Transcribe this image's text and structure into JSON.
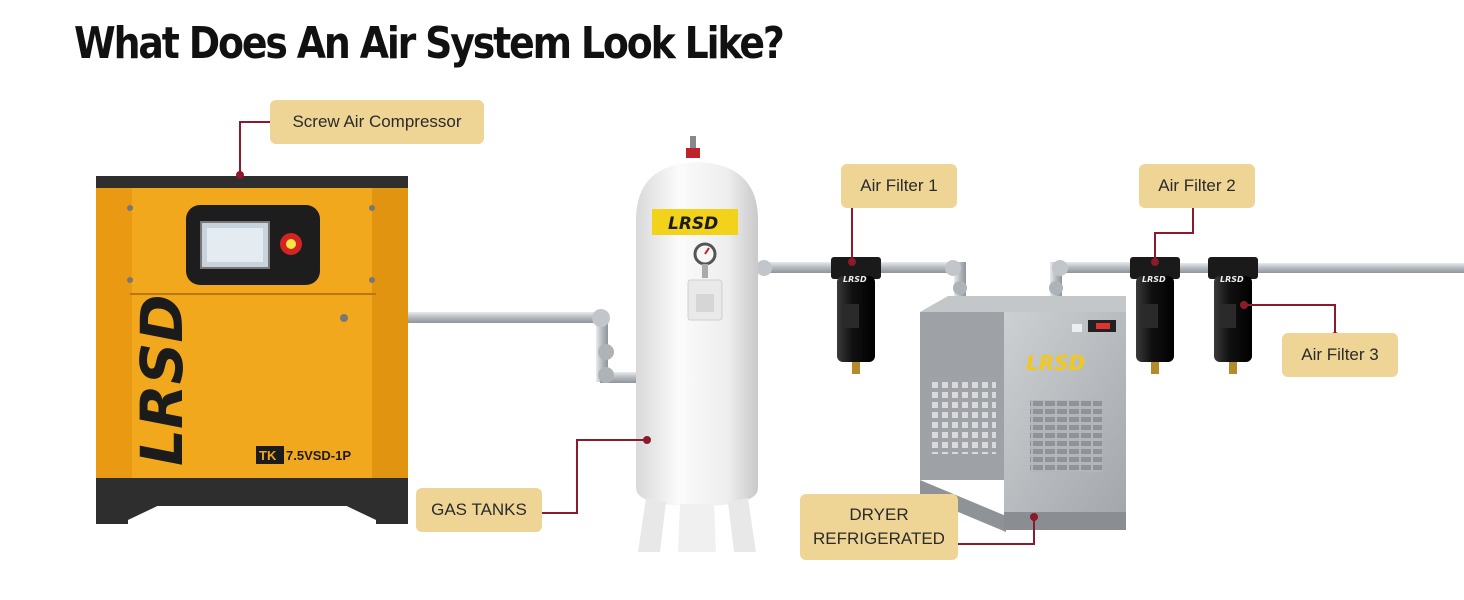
{
  "title": "What Does An Air System Look Like?",
  "brand": "LRSD",
  "model_prefix": "TK",
  "model": "7.5VSD-1P",
  "labels": {
    "compressor": "Screw Air Compressor",
    "filter1": "Air Filter 1",
    "filter2": "Air Filter 2",
    "filter3": "Air Filter 3",
    "gas_tanks": "GAS TANKS",
    "dryer_line1": "DRYER",
    "dryer_line2": "REFRIGERATED"
  },
  "colors": {
    "label_bg": "#efd595",
    "leader": "#8b1a2b",
    "compressor_body": "#f2a81c",
    "compressor_dark": "#2e2e2e",
    "tank": "#f3f3f3",
    "dryer": "#b9bcbf",
    "pipe": "#c7cbcf",
    "filter": "#1c1c1c"
  }
}
